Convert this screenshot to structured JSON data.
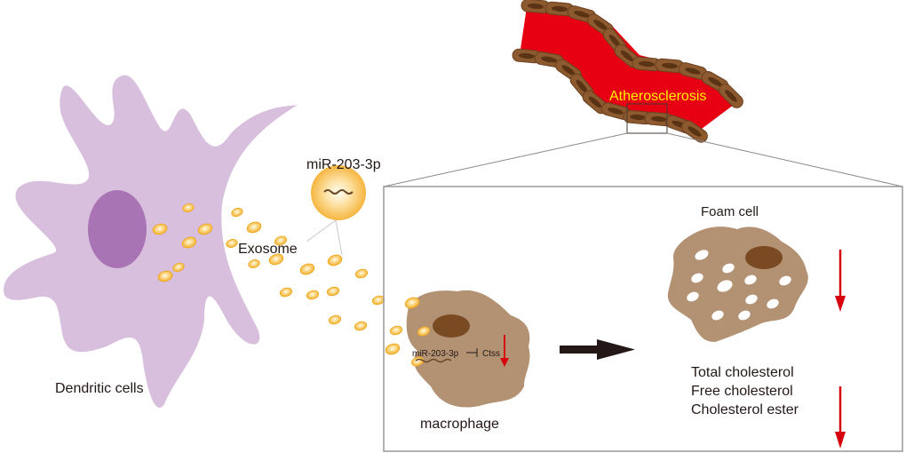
{
  "title": "Dendritic cell-derived exosomal miR-203-3p in atherosclerosis",
  "labels": {
    "dendritic_cells": "Dendritic cells",
    "exosome": "Exosome",
    "mirna_exosome": "miR-203-3p",
    "atherosclerosis": "Atherosclerosis",
    "macrophage": "macrophage",
    "mirna_in_macrophage": "miR-203-3p",
    "target_gene": "Ctss",
    "foam_cell": "Foam cell",
    "cholesterol": [
      "Total cholesterol",
      "Free cholesterol",
      "Cholesterol ester"
    ]
  },
  "colors": {
    "dendritic_cell": "#d8bfdd",
    "dendritic_nucleus": "#a874b4",
    "exosome": "#f6b93b",
    "exosome_highlight": "#fff3d6",
    "vessel_lumen": "#e60012",
    "vessel_cell": "#8c5a2e",
    "vessel_cell_nucleus": "#5a3315",
    "macrophage": "#b39274",
    "macrophage_nucleus": "#7a4a22",
    "atherosclerosis_text": "#fff100",
    "down_arrow": "#d7000f",
    "process_arrow": "#231815",
    "text": "#231815"
  },
  "annotations": {
    "ctss_regulation": "down",
    "foam_cell_formation": "down",
    "cholesterol_levels": "down"
  }
}
